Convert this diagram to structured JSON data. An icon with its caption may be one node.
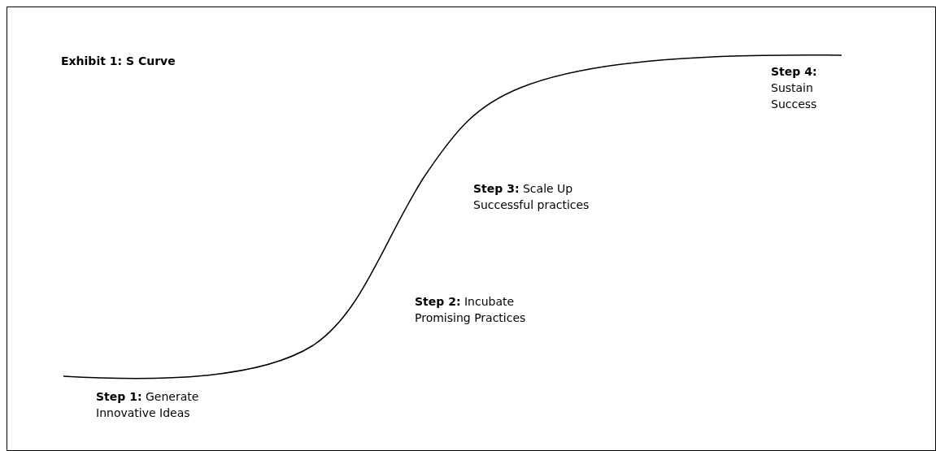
{
  "diagram": {
    "title": "Exhibit 1: S Curve",
    "labels": [
      "**Step 1:** Generate Innovative Ideas",
      "**Step 2:** Incubate Promising Practices",
      "**Step 3:** Scale Up Successful practices",
      "**Step 4:** Sustain Success"
    ]
  }
}
